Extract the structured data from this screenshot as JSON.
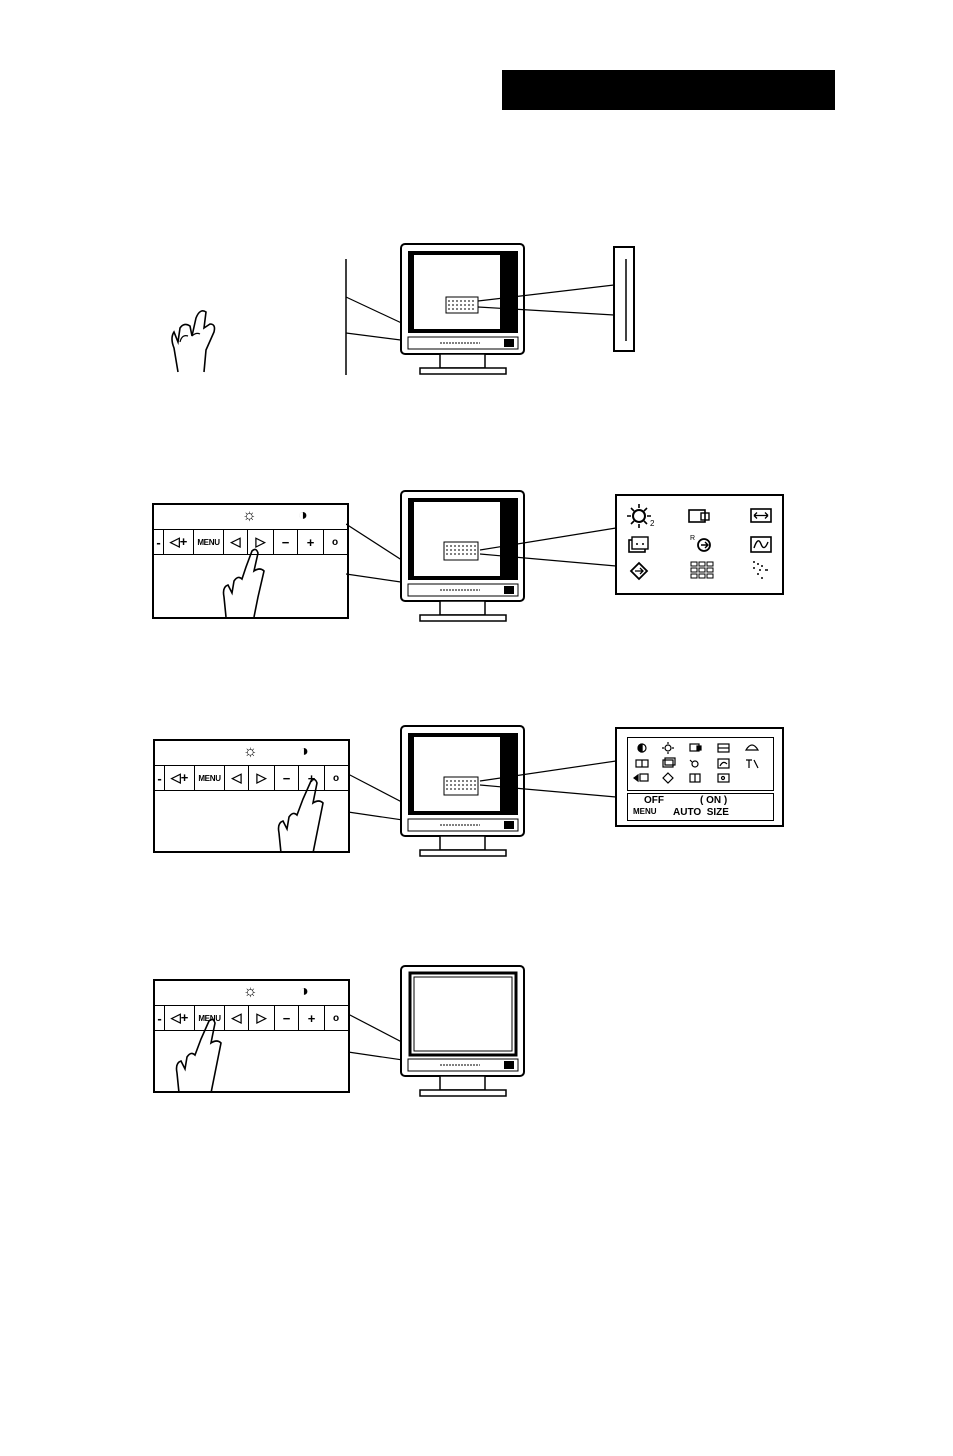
{
  "control_panel": {
    "brightness_symbol": "☼",
    "contrast_symbol": "◑",
    "buttons": [
      {
        "label": "-",
        "name": "left-edge-button"
      },
      {
        "label": "◁+",
        "name": "volume-button"
      },
      {
        "label": "MENU",
        "name": "menu-button"
      },
      {
        "label": "◁",
        "name": "left-arrow-button"
      },
      {
        "label": "▷",
        "name": "right-arrow-button"
      },
      {
        "label": "−",
        "name": "minus-button"
      },
      {
        "label": "+",
        "name": "plus-button"
      },
      {
        "label": "o",
        "name": "power-button"
      }
    ]
  },
  "osd_step3": {
    "status_off": "OFF",
    "status_on": "( ON )",
    "menu_label": "MENU",
    "function_label": "AUTO  SIZE"
  },
  "icons": {
    "hand": "pointing-hand-icon",
    "monitor": "monitor-icon"
  }
}
